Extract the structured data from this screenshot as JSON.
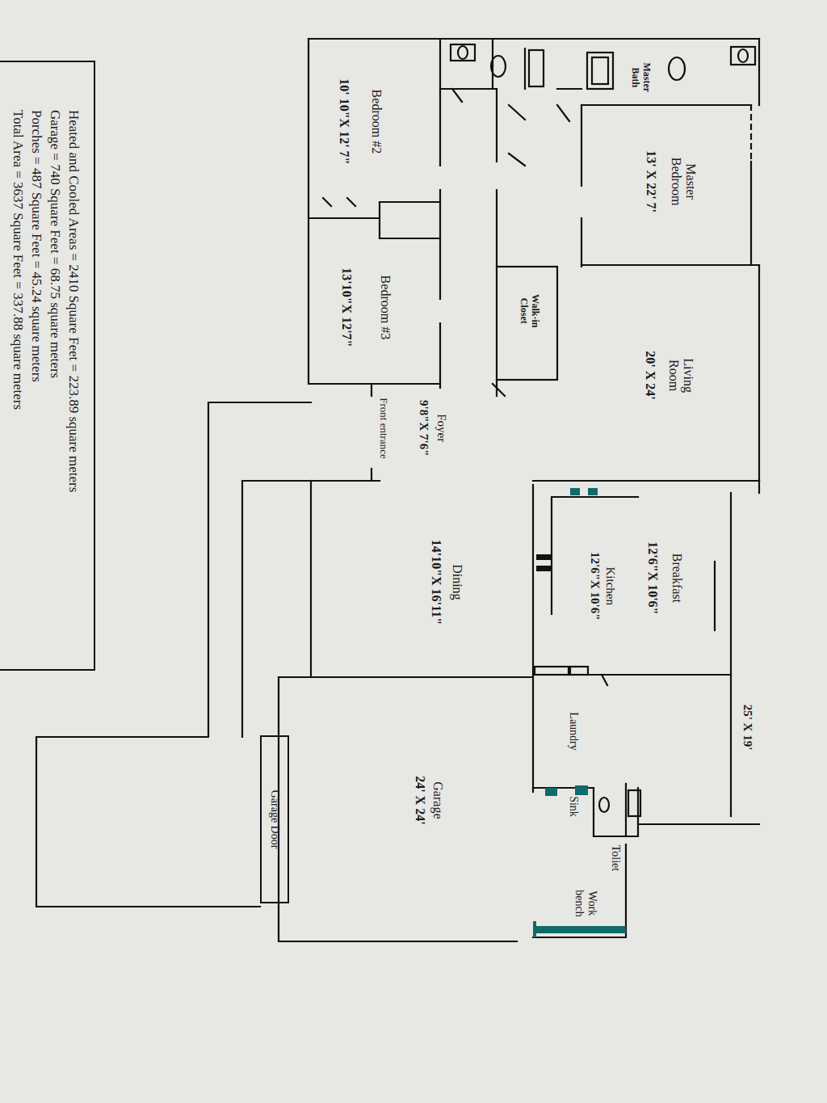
{
  "diagram": {
    "nodes": [
      {
        "text": [
          "Master Bath"
        ]
      },
      {
        "text": [
          "Master Bedroom",
          "13' X 22' 7'"
        ]
      },
      {
        "text": [
          "Walk-in Closet"
        ]
      },
      {
        "text": [
          "Living Room",
          "20' X 24'"
        ]
      },
      {
        "text": [
          "Bedroom #2",
          "10' 10\"X 12' 7\""
        ]
      },
      {
        "text": [
          "Bedroom #3",
          "13'10\"X 12'7\""
        ]
      },
      {
        "text": [
          "Foyer",
          "9'8\"X 7'6\""
        ]
      },
      {
        "text": [
          "Breakfast",
          "12'6\"X 10'6\""
        ]
      },
      {
        "text": [
          "Kitchen",
          "12'6\"X 10'6\""
        ]
      },
      {
        "text": [
          "Dining",
          "14'10\"X 16'11\""
        ]
      },
      {
        "text": [
          "Laundry"
        ]
      },
      {
        "text": [
          "Garage",
          "24' X 24'"
        ]
      },
      {
        "text": [
          "Garage Door"
        ]
      },
      {
        "text": [
          "Heated and Cooled Areas = 2410 Square Feet = 223.89 square meters",
          "Garage = 740 Square Feet = 68.75 square meters",
          "Porches = 487 Square Feet = 45.24 square meters",
          "Total Area = 3637 Square Feet = 337.88 square meters"
        ]
      }
    ],
    "labels": [
      "Front entrance",
      "25' X 19'",
      "Toliet",
      "Sink",
      "Work bench"
    ]
  }
}
